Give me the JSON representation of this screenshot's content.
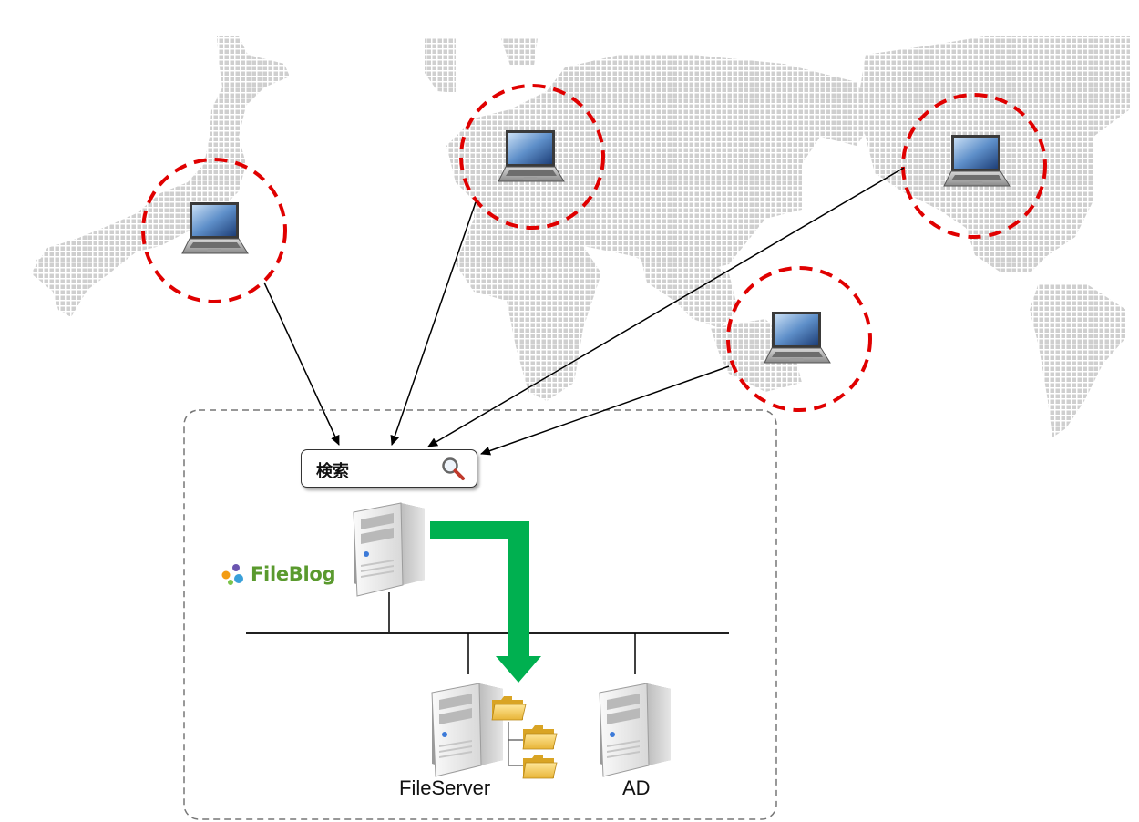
{
  "search": {
    "label": "検索"
  },
  "logo": {
    "name": "FileBlog"
  },
  "servers": {
    "file_server_label": "FileServer",
    "ad_label": "AD"
  },
  "icons": {
    "search": "magnifier-icon",
    "client": "laptop-icon",
    "server": "server-tower-icon",
    "folder": "folder-icon"
  },
  "colors": {
    "location_ring": "#e00000",
    "sync_arrow": "#00b050",
    "logo_text": "#5a9a2e",
    "map_dots": "#cfcfcf"
  }
}
